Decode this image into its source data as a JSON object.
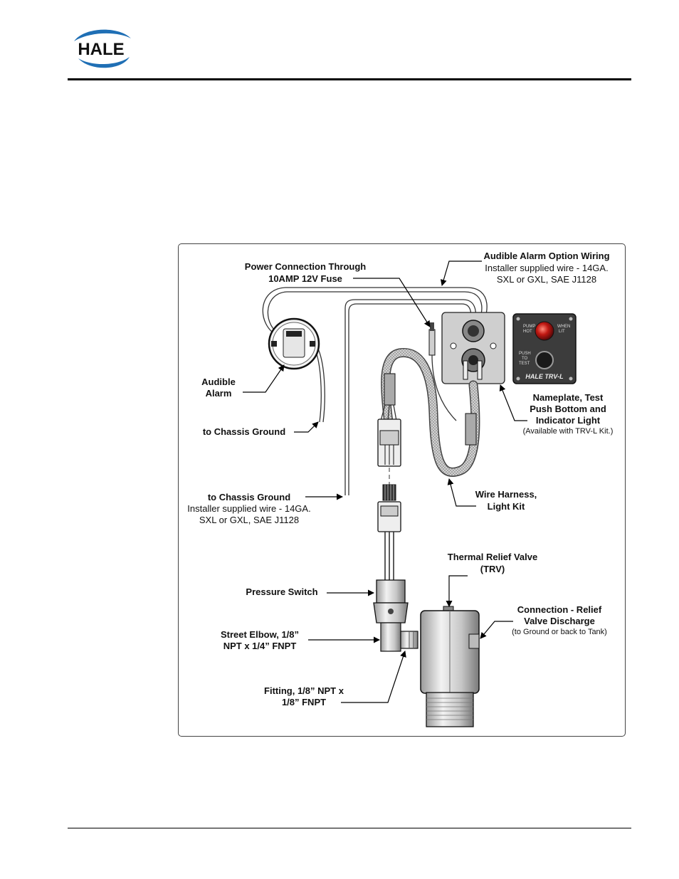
{
  "header": {
    "logo_text": "HALE",
    "brand_color": "#1f6fb5"
  },
  "diagram": {
    "labels": {
      "power_1": "Power Connection Through",
      "power_2": "10AMP 12V Fuse",
      "audible_opt_1": "Audible Alarm Option Wiring",
      "audible_opt_2": "Installer supplied wire - 14GA.",
      "audible_opt_3": "SXL or GXL, SAE J1128",
      "audible_alarm_1": "Audible",
      "audible_alarm_2": "Alarm",
      "chassis_ground_a": "to Chassis Ground",
      "nameplate_1": "Nameplate, Test",
      "nameplate_2": "Push Bottom and",
      "nameplate_3": "Indicator Light",
      "nameplate_4": "(Available with TRV-L Kit.)",
      "chassis_ground_b_1": "to Chassis Ground",
      "chassis_ground_b_2": "Installer supplied wire - 14GA.",
      "chassis_ground_b_3": "SXL or GXL, SAE J1128",
      "wire_harness_1": "Wire Harness,",
      "wire_harness_2": "Light Kit",
      "trv_1": "Thermal Relief Valve",
      "trv_2": "(TRV)",
      "pressure_switch": "Pressure Switch",
      "connection_1": "Connection - Relief",
      "connection_2": "Valve Discharge",
      "connection_3": "(to Ground or back to Tank)",
      "street_elbow_1": "Street Elbow, 1/8”",
      "street_elbow_2": "NPT x 1/4” FNPT",
      "fitting_1": "Fitting, 1/8” NPT x",
      "fitting_2": "1/8” FNPT"
    },
    "nameplate": {
      "pump_hot_1": "PUMP",
      "pump_hot_2": "HOT",
      "when_lit_1": "WHEN",
      "when_lit_2": "LIT",
      "push_1": "PUSH",
      "push_2": "TO",
      "push_3": "TEST",
      "brand": "HALE TRV-L"
    }
  }
}
